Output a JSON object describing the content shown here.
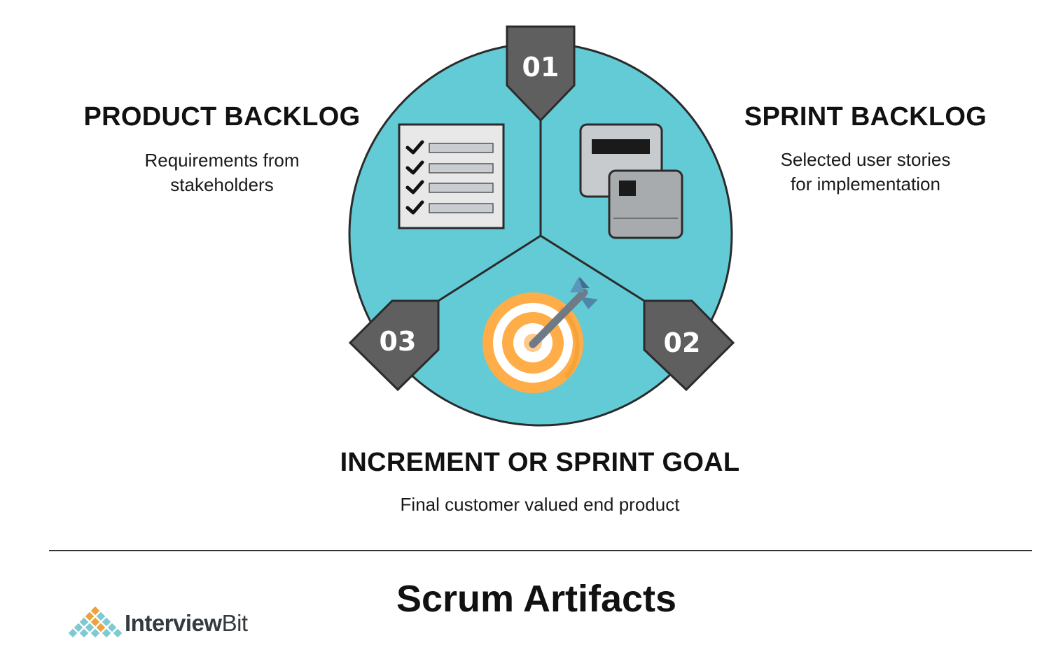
{
  "diagram": {
    "blocks": [
      {
        "number": "01",
        "title": "PRODUCT BACKLOG",
        "description_lines": [
          "Requirements from",
          "stakeholders"
        ]
      },
      {
        "number": "02",
        "title": "SPRINT BACKLOG",
        "description_lines": [
          "Selected user stories",
          "for implementation"
        ]
      },
      {
        "number": "03",
        "title": "INCREMENT OR SPRINT GOAL",
        "description_lines": [
          "Final customer valued end product"
        ]
      }
    ],
    "icons": [
      "checklist-icon",
      "cards-icon",
      "target-arrow-icon"
    ]
  },
  "footer": {
    "title": "Scrum Artifacts",
    "brand": {
      "name_bold": "Interview",
      "name_regular": "Bit"
    }
  },
  "colors": {
    "circle_fill": "#62cbd6",
    "badge_fill": "#5f5f5f",
    "outline": "#2b2b2b",
    "target_orange": "#ffad49",
    "divider": "#333333"
  }
}
